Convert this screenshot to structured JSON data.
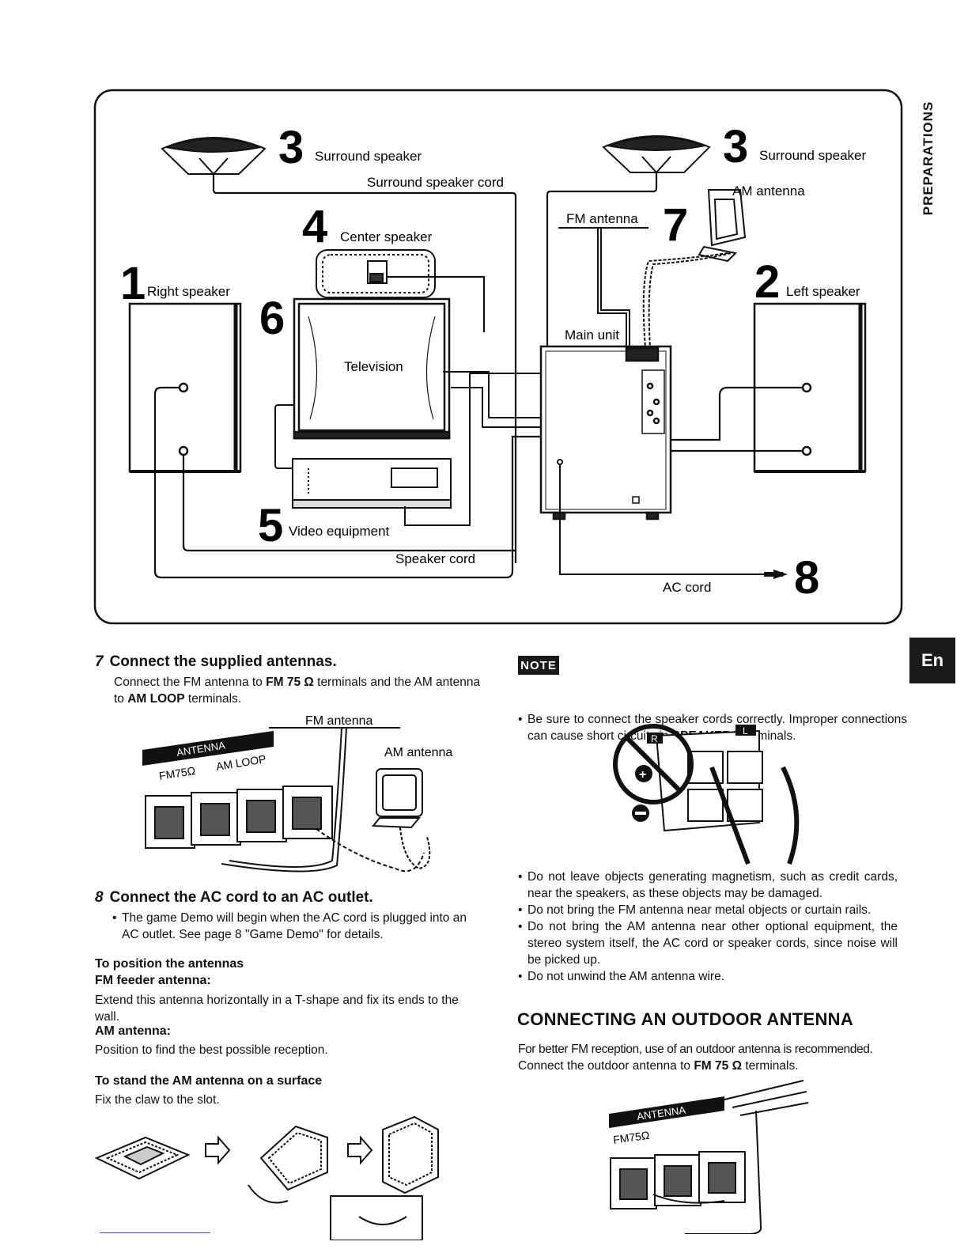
{
  "side_tab": "PREPARATIONS",
  "lang_tab": "En",
  "diagram": {
    "surround_left_num": "3",
    "surround_left_label": "Surround speaker",
    "surround_right_num": "3",
    "surround_right_label": "Surround speaker",
    "surround_cord_label": "Surround speaker cord",
    "center_num": "4",
    "center_label": "Center speaker",
    "right_num": "1",
    "right_label": "Right speaker",
    "left_num": "2",
    "left_label": "Left speaker",
    "tv_num": "6",
    "tv_label": "Television",
    "video_num": "5",
    "video_label": "Video equipment",
    "speaker_cord_label": "Speaker cord",
    "fm_label": "FM antenna",
    "am_label": "AM antenna",
    "antenna_num": "7",
    "main_unit_label": "Main unit",
    "ac_cord_label": "AC cord",
    "ac_num": "8"
  },
  "step7": {
    "num": "7",
    "title": "Connect the supplied antennas.",
    "body_prefix": "Connect the FM antenna to ",
    "body_fm": "FM 75 Ω",
    "body_mid": " terminals and the AM antenna to ",
    "body_am": "AM LOOP",
    "body_suffix": " terminals.",
    "fig_fm_label": "FM antenna",
    "fig_am_label": "AM antenna",
    "fig_panel": "ANTENNA",
    "fig_fm75": "FM75Ω",
    "fig_amloop": "AM LOOP"
  },
  "step8": {
    "num": "8",
    "title": "Connect the AC cord to an AC outlet.",
    "bullet": "The game Demo will begin when the AC cord is plugged into an AC outlet. See page 8 \"Game Demo\" for details."
  },
  "position": {
    "heading": "To position the antennas",
    "fm_heading": "FM feeder antenna:",
    "fm_body": "Extend this antenna horizontally in a T-shape and fix its ends to the wall.",
    "am_heading": "AM antenna:",
    "am_body": "Position to find the best possible reception."
  },
  "stand": {
    "heading": "To stand the AM antenna on a surface",
    "body": "Fix the claw to the slot."
  },
  "note": {
    "badge": "NOTE",
    "b1_prefix": "Be sure to connect the speaker cords correctly. Improper connections can cause short circuits in ",
    "b1_bold": "SPEAKERS",
    "b1_suffix": " terminals.",
    "fig_r": "R",
    "fig_l": "L",
    "bullets": [
      "Do not leave objects generating magnetism, such as credit cards, near the speakers, as these objects may be damaged.",
      "Do not bring the FM antenna near metal objects or curtain rails.",
      "Do not bring the AM antenna near other optional equipment, the stereo system itself, the AC cord or speaker cords, since noise will be picked up.",
      "Do not unwind the AM antenna wire."
    ]
  },
  "outdoor": {
    "heading": "CONNECTING AN OUTDOOR ANTENNA",
    "line1": "For better FM reception, use of an outdoor antenna is recommended.",
    "line2_prefix": "Connect the outdoor antenna to ",
    "line2_bold": "FM 75 Ω",
    "line2_suffix": " terminals.",
    "fig_panel": "ANTENNA",
    "fig_fm75": "FM75Ω"
  }
}
